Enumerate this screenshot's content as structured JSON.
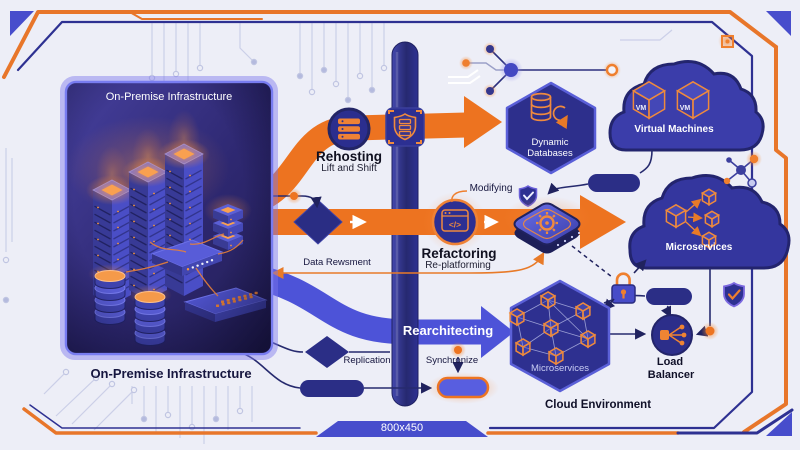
{
  "frame": {
    "size_badge": "800x450"
  },
  "colors": {
    "accent_orange": "#ED7421",
    "primary_navy": "#2B2E8C",
    "band_blue": "#4D53D8",
    "background": "#EDEEF7",
    "panel_navy": "#2A2570",
    "ink": "#15153E"
  },
  "on_premise": {
    "panel_title": "On-Premise Infrastructure",
    "caption": "On-Premise Infrastructure"
  },
  "strategies": {
    "rehosting": {
      "title": "Rehosting",
      "subtitle": "Lift and Shift"
    },
    "refactoring": {
      "title": "Refactoring",
      "subtitle": "Re-platforming",
      "callout": "Modifying"
    },
    "rearchitecting": {
      "title": "Rearchitecting"
    }
  },
  "links": {
    "data_return": "Data Rewsment",
    "replication": "Replication",
    "synchronize": "Synchronize"
  },
  "cloud": {
    "caption": "Cloud Environment",
    "dynamic_databases": {
      "line1": "Dynamic",
      "line2": "Databases"
    },
    "virtual_machines": {
      "label": "Virtual Machines",
      "vm_badge": "VM"
    },
    "microservices_cloud": {
      "label": "Microservices"
    },
    "microservices_hex": {
      "label": "Microservices"
    },
    "load_balancer": {
      "line1": "Load",
      "line2": "Balancer"
    }
  },
  "icons": {
    "code_glyph": "</>"
  }
}
